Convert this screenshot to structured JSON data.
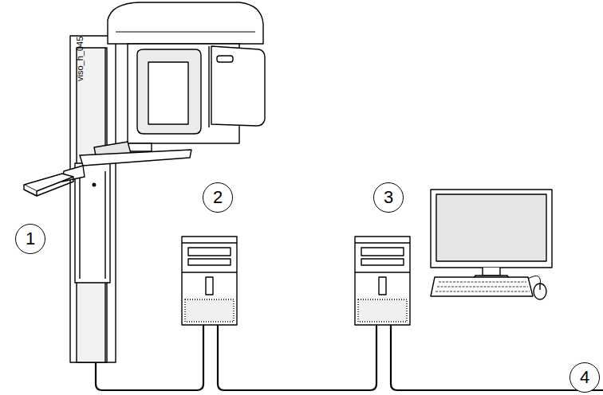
{
  "diagram": {
    "labels": [
      "viso_h_045",
      "1",
      "2",
      "3",
      "4"
    ]
  }
}
